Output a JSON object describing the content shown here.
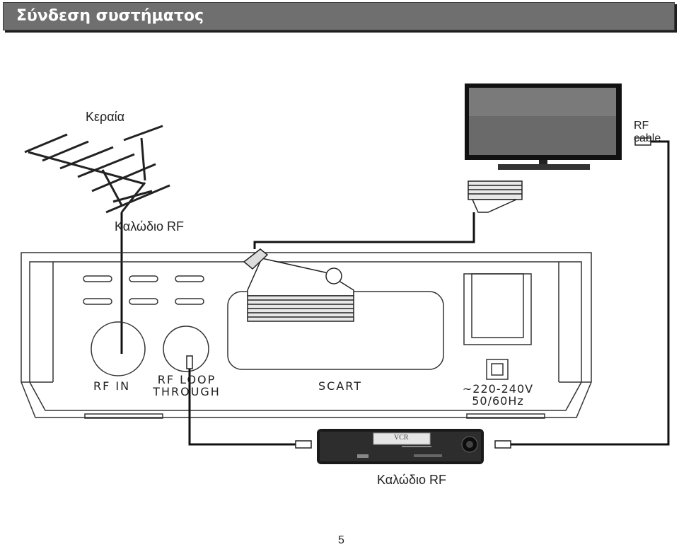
{
  "header": {
    "title": "Σύνδεση συστήματος"
  },
  "labels": {
    "antenna": "Κεραία",
    "rf_cable_top": "Καλώδιο RF",
    "rf_cable_right": "RF cable",
    "rf_cable_bottom": "Καλώδιο RF"
  },
  "rear_panel": {
    "rf_in": "RF  IN",
    "rf_loop_line1": "RF  LOOP",
    "rf_loop_line2": "THROUGH",
    "scart": "SCART",
    "power_line1": "~220-240V",
    "power_line2": "50/60Hz"
  },
  "vcr": {
    "badge": "VCR"
  },
  "page_number": "5"
}
